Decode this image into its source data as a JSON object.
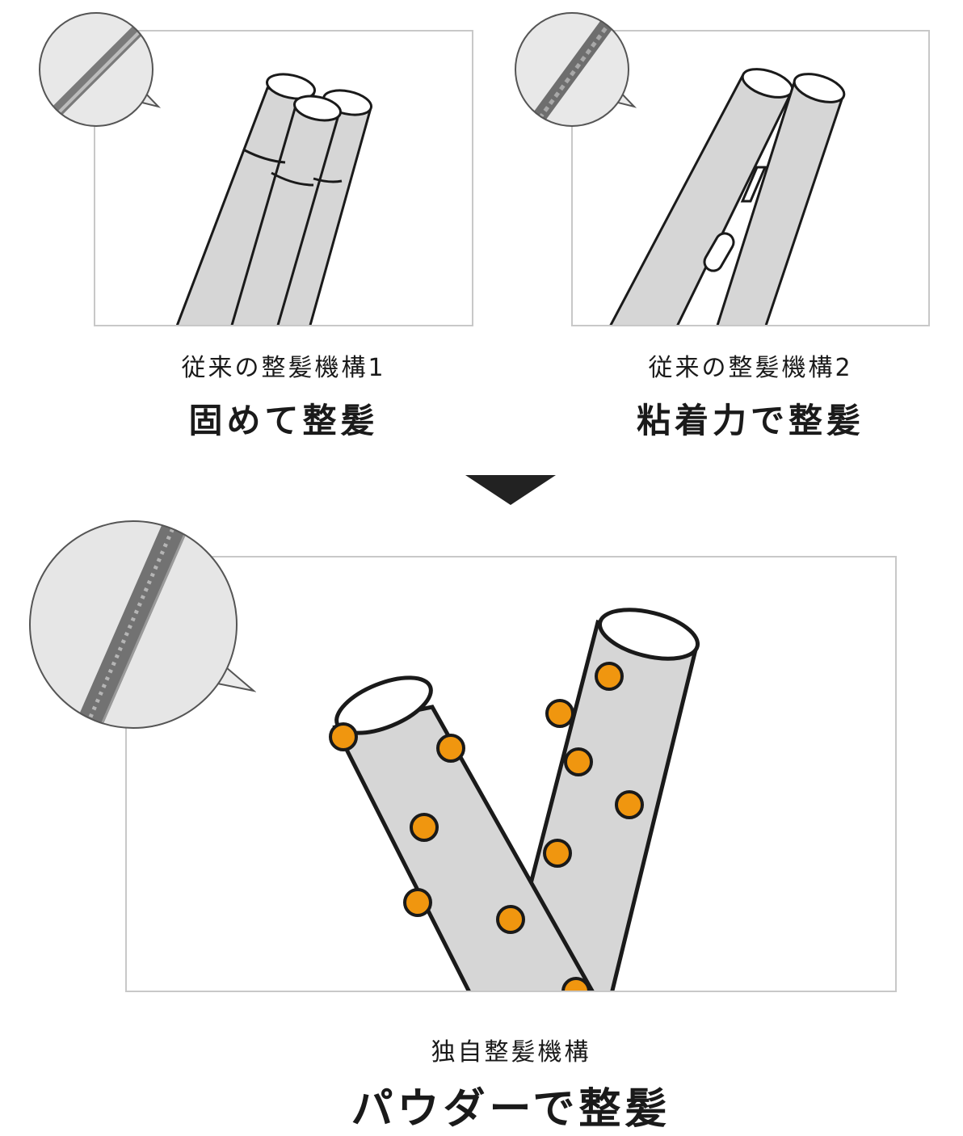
{
  "panels": [
    {
      "subtitle": "従来の整髪機構1",
      "title": "固めて整髪"
    },
    {
      "subtitle": "従来の整髪機構2",
      "title": "粘着力で整髪"
    },
    {
      "subtitle": "独自整髪機構",
      "title": "パウダーで整髪"
    }
  ],
  "colors": {
    "hair_fill": "#d6d6d6",
    "outline": "#1a1a1a",
    "powder": "#f0960f",
    "frame": "#c8c8c8",
    "arrow": "#222222"
  },
  "icons": [
    "microscope-closeup-bubble",
    "down-triangle-arrow"
  ]
}
